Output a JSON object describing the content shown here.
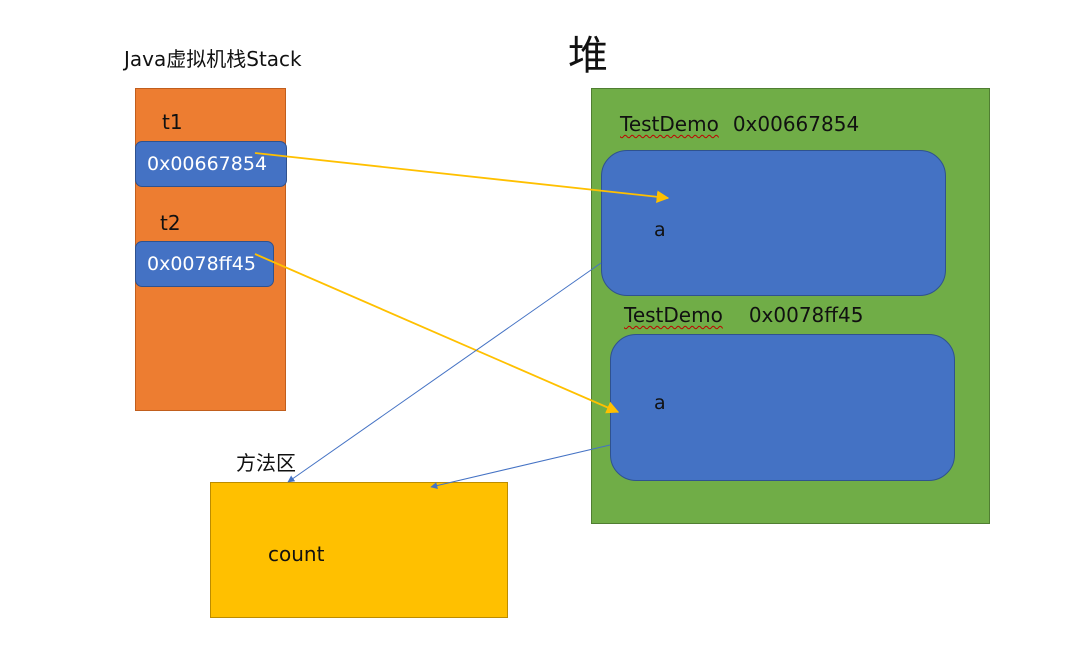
{
  "stack": {
    "title": "Java虚拟机栈Stack",
    "vars": [
      {
        "name": "t1",
        "ref": "0x00667854"
      },
      {
        "name": "t2",
        "ref": "0x0078ff45"
      }
    ],
    "color": "#ED7D31"
  },
  "heap": {
    "title": "堆",
    "color": "#70AD47",
    "objects": [
      {
        "class": "TestDemo",
        "address": "0x00667854",
        "field": "a"
      },
      {
        "class": "TestDemo",
        "address": "0x0078ff45",
        "field": "a"
      }
    ]
  },
  "method_area": {
    "title": "方法区",
    "content": "count",
    "color": "#FFC000"
  },
  "colors": {
    "ref_cell": "#4472C4",
    "reference_arrow": "#FFC000",
    "static_arrow": "#4472C4"
  }
}
